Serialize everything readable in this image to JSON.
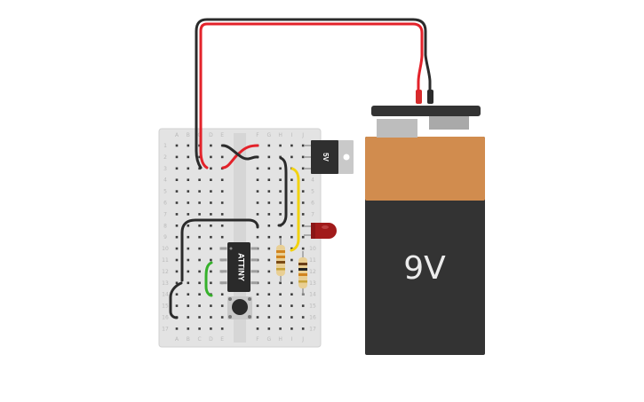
{
  "ic_label": "ATTINY",
  "regulator_label": "5V",
  "battery_label": "9V",
  "breadboard": {
    "column_letters_left": [
      "A",
      "B",
      "C",
      "D",
      "E"
    ],
    "column_letters_right": [
      "F",
      "G",
      "H",
      "I",
      "J"
    ],
    "rows": 17
  },
  "colors": {
    "wire_red": "#e3222a",
    "wire_black": "#2b2b2b",
    "wire_yellow": "#f2d20f",
    "wire_green": "#36b12b",
    "battery_copper": "#d18c4e",
    "battery_body": "#333333",
    "led": "#a11b1b",
    "ic": "#2a2a2a",
    "regulator": "#2f2f2f",
    "breadboard": "#e3e3e3"
  },
  "icons": [
    "breadboard-icon",
    "attiny-chip-icon",
    "voltage-regulator-icon",
    "led-icon",
    "resistor-icon",
    "pushbutton-icon",
    "battery-9v-icon"
  ]
}
